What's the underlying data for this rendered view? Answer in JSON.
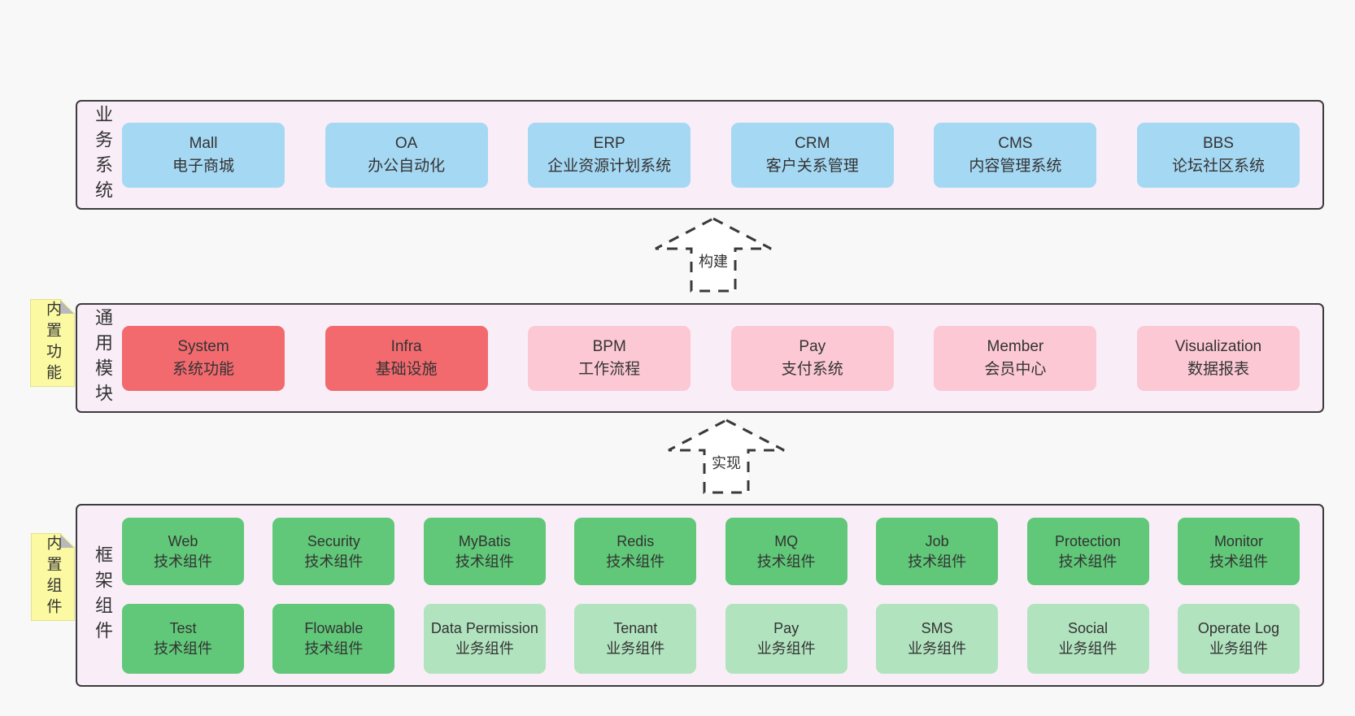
{
  "bands": {
    "business": {
      "label": "业务系统",
      "boxes": [
        {
          "name": "Mall",
          "desc": "电子商城"
        },
        {
          "name": "OA",
          "desc": "办公自动化"
        },
        {
          "name": "ERP",
          "desc": "企业资源计划系统"
        },
        {
          "name": "CRM",
          "desc": "客户关系管理"
        },
        {
          "name": "CMS",
          "desc": "内容管理系统"
        },
        {
          "name": "BBS",
          "desc": "论坛社区系统"
        }
      ]
    },
    "modules": {
      "label": "通用模块",
      "sticky": "内置功能",
      "boxes": [
        {
          "name": "System",
          "desc": "系统功能",
          "variant": "red"
        },
        {
          "name": "Infra",
          "desc": "基础设施",
          "variant": "red"
        },
        {
          "name": "BPM",
          "desc": "工作流程",
          "variant": "pink"
        },
        {
          "name": "Pay",
          "desc": "支付系统",
          "variant": "pink"
        },
        {
          "name": "Member",
          "desc": "会员中心",
          "variant": "pink"
        },
        {
          "name": "Visualization",
          "desc": "数据报表",
          "variant": "pink"
        }
      ]
    },
    "components": {
      "label": "框架组件",
      "sticky": "内置组件",
      "rows": [
        [
          {
            "name": "Web",
            "desc": "技术组件",
            "variant": "green"
          },
          {
            "name": "Security",
            "desc": "技术组件",
            "variant": "green"
          },
          {
            "name": "MyBatis",
            "desc": "技术组件",
            "variant": "green"
          },
          {
            "name": "Redis",
            "desc": "技术组件",
            "variant": "green"
          },
          {
            "name": "MQ",
            "desc": "技术组件",
            "variant": "green"
          },
          {
            "name": "Job",
            "desc": "技术组件",
            "variant": "green"
          },
          {
            "name": "Protection",
            "desc": "技术组件",
            "variant": "green"
          },
          {
            "name": "Monitor",
            "desc": "技术组件",
            "variant": "green"
          }
        ],
        [
          {
            "name": "Test",
            "desc": "技术组件",
            "variant": "green"
          },
          {
            "name": "Flowable",
            "desc": "技术组件",
            "variant": "green"
          },
          {
            "name": "Data Permission",
            "desc": "业务组件",
            "variant": "green-light"
          },
          {
            "name": "Tenant",
            "desc": "业务组件",
            "variant": "green-light"
          },
          {
            "name": "Pay",
            "desc": "业务组件",
            "variant": "green-light"
          },
          {
            "name": "SMS",
            "desc": "业务组件",
            "variant": "green-light"
          },
          {
            "name": "Social",
            "desc": "业务组件",
            "variant": "green-light"
          },
          {
            "name": "Operate Log",
            "desc": "业务组件",
            "variant": "green-light"
          }
        ]
      ]
    }
  },
  "arrows": [
    {
      "label": "构建"
    },
    {
      "label": "实现"
    }
  ],
  "colors": {
    "page_bg": "#f8f8f8",
    "band_bg": "#f9eef8",
    "band_border": "#3c3c3c",
    "blue": "#a5d8f3",
    "red": "#f26a6e",
    "pink": "#fbc8d3",
    "green": "#60c878",
    "green_light": "#b1e3bf",
    "sticky_yellow": "#fbf9a2",
    "sticky_fold": "#b9b9b9",
    "arrow_stroke": "#3a3a3a",
    "text": "#333333"
  }
}
